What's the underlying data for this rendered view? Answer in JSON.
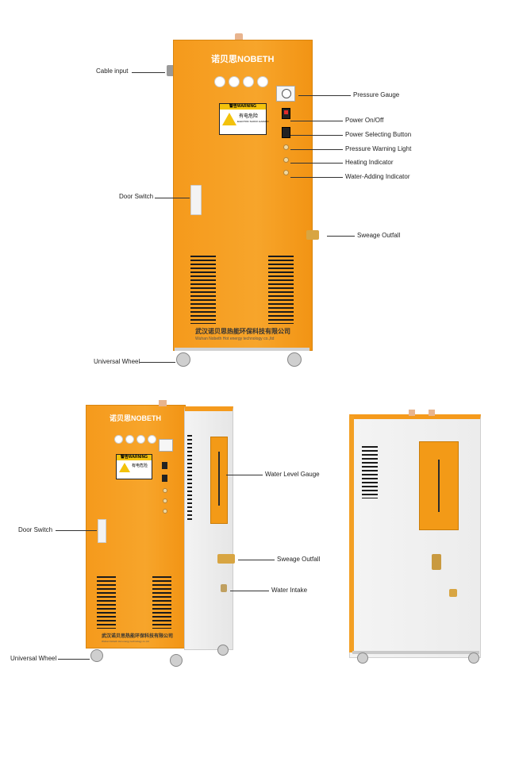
{
  "brand": {
    "logo_text": "诺贝思NOBETH",
    "company_cn": "武汉诺贝思热能环保科技有限公司",
    "company_en": "Wuhan Nobeth Hot energy technology co.,ltd"
  },
  "warning_label": {
    "header": "警告WARNING",
    "line1": "有电危险",
    "line2": "ELECTRIC SHOCK HAZARD"
  },
  "front_view": {
    "labels": {
      "cable_input": "Cable input",
      "door_switch": "Door Switch",
      "universal_wheel": "Universal Wheel",
      "pressure_gauge": "Pressure Gauge",
      "power_on_off": "Power On/Off",
      "power_selecting_button": "Power Selecting Button",
      "pressure_warning_light": "Pressure Warning Light",
      "heating_indicator": "Heating Indicator",
      "water_adding_indicator": "Water-Adding Indicator",
      "sweage_outfall": "Sweage Outfall"
    }
  },
  "side_view": {
    "labels": {
      "door_switch": "Door Switch",
      "universal_wheel": "Universal Wheel",
      "water_level_gauge": "Water Level Gauge",
      "sweage_outfall": "Sweage Outfall",
      "water_intake": "Water Intake"
    }
  },
  "colors": {
    "body_orange": "#f7a52b",
    "side_white": "#eeeeee",
    "vent_black": "#1b1b1b",
    "warning_yellow": "#f3c20c"
  }
}
